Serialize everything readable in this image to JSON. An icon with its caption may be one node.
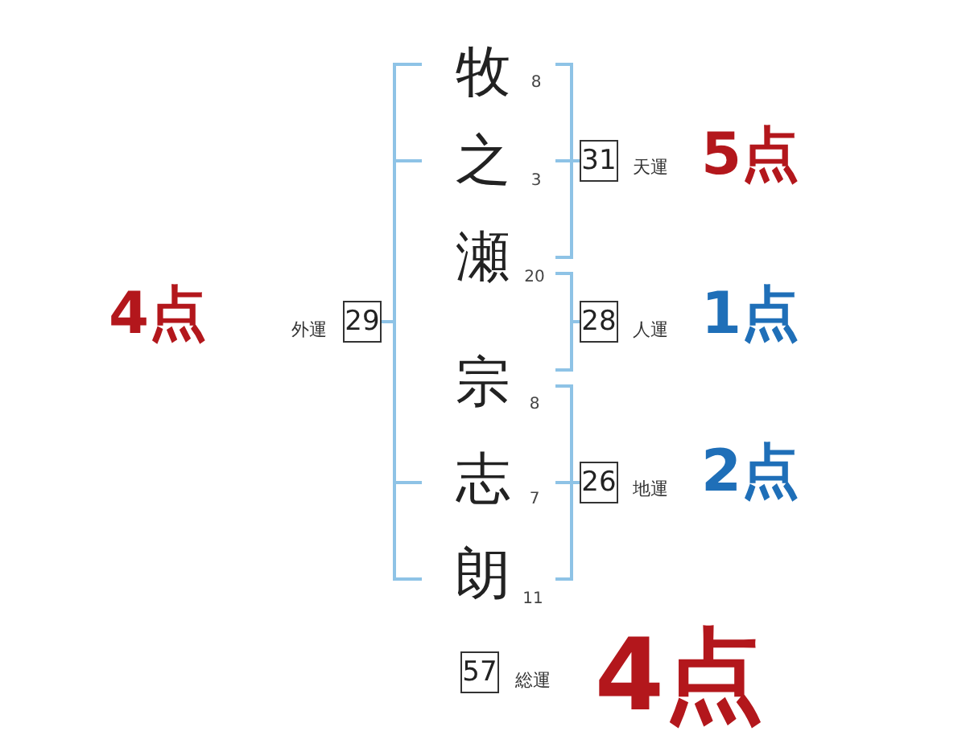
{
  "diagram": {
    "nodes": [
      {
        "text": [
          "31"
        ],
        "beside": [
          "天運"
        ]
      },
      {
        "text": [
          "29"
        ],
        "beside": [
          "外運"
        ]
      },
      {
        "text": [
          "28"
        ],
        "beside": [
          "人運"
        ]
      },
      {
        "text": [
          "26"
        ],
        "beside": [
          "地運"
        ]
      },
      {
        "text": [
          "57"
        ],
        "beside": [
          "総運"
        ]
      }
    ],
    "edges": [],
    "labels": [
      "牧",
      "8",
      "之",
      "3",
      "5点",
      "瀬",
      "20",
      "4点",
      "1点",
      "宗",
      "8",
      "志",
      "7",
      "2点",
      "朗",
      "11",
      "4点"
    ]
  }
}
